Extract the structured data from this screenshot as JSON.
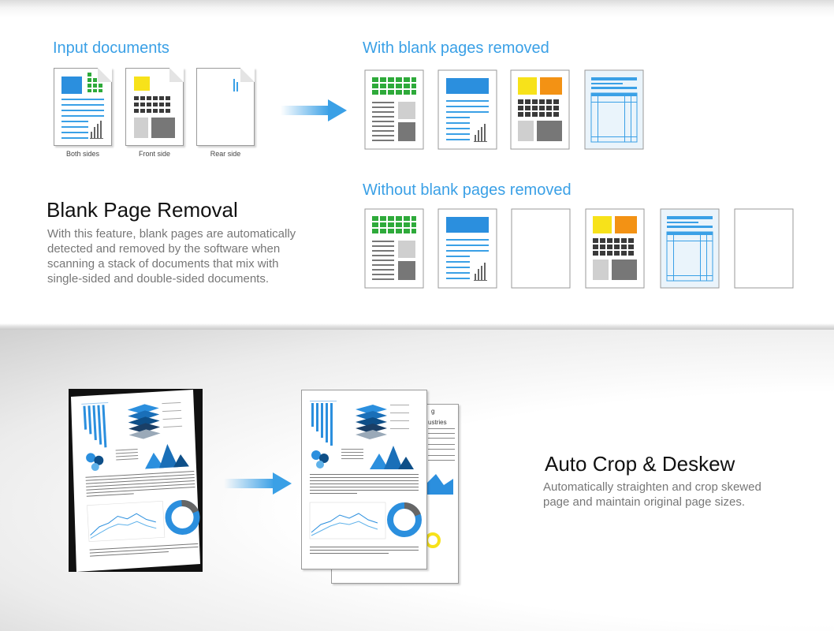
{
  "blank_page": {
    "input_heading": "Input documents",
    "with_removed_heading": "With blank pages removed",
    "without_removed_heading": "Without blank pages removed",
    "captions": [
      "Both sides",
      "Front side",
      "Rear side"
    ],
    "title": "Blank Page Removal",
    "description": "With this feature, blank pages are automatically detected and removed by the software when scanning a stack of documents that mix with single-sided and double-sided documents."
  },
  "auto_crop": {
    "title": "Auto Crop & Deskew",
    "description": "Automatically straighten and crop skewed page and maintain original page sizes.",
    "peek_text": [
      "g",
      "ustries"
    ]
  },
  "colors": {
    "accent_blue": "#3aa0e6",
    "green": "#2eaa3a",
    "yellow": "#f7e21a",
    "orange": "#f39214",
    "dark_grey": "#444444"
  }
}
